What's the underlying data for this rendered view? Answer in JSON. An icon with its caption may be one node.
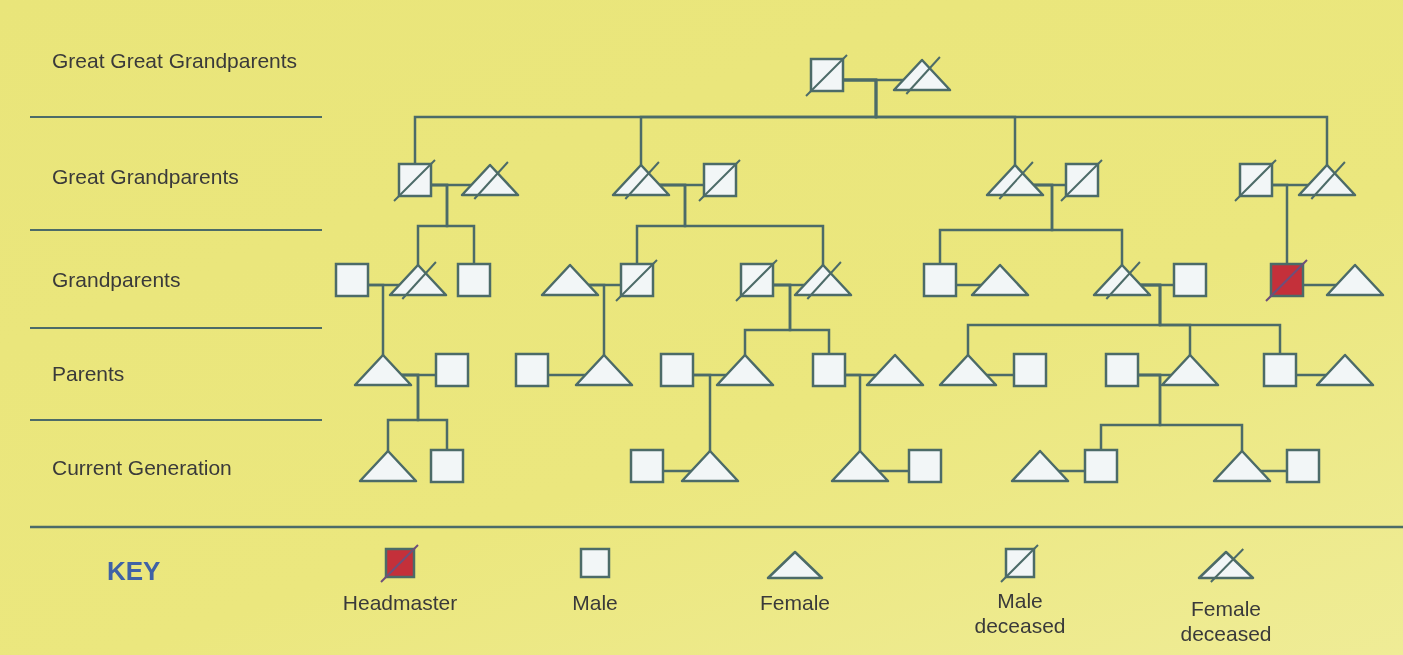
{
  "diagram": {
    "nodes": [
      {
        "text": [],
        "shape": "crossed-square"
      },
      {
        "text": [],
        "shape": "crossed-triangle"
      },
      {
        "text": [],
        "shape": "crossed-square"
      },
      {
        "text": [],
        "shape": "crossed-triangle"
      },
      {
        "text": [],
        "shape": "crossed-triangle"
      },
      {
        "text": [],
        "shape": "crossed-square"
      },
      {
        "text": [],
        "shape": "crossed-triangle"
      },
      {
        "text": [],
        "shape": "crossed-square"
      },
      {
        "text": [],
        "shape": "crossed-square"
      },
      {
        "text": [],
        "shape": "crossed-triangle"
      },
      {
        "text": [],
        "shape": "square"
      },
      {
        "text": [],
        "shape": "crossed-triangle"
      },
      {
        "text": [],
        "shape": "square"
      },
      {
        "text": [],
        "shape": "triangle"
      },
      {
        "text": [],
        "shape": "crossed-square"
      },
      {
        "text": [],
        "shape": "crossed-square"
      },
      {
        "text": [],
        "shape": "crossed-triangle"
      },
      {
        "text": [],
        "shape": "square"
      },
      {
        "text": [],
        "shape": "triangle"
      },
      {
        "text": [],
        "shape": "crossed-triangle"
      },
      {
        "text": [],
        "shape": "square"
      },
      {
        "text": [],
        "shape": "filled-square"
      },
      {
        "text": [],
        "shape": "triangle"
      },
      {
        "text": [],
        "shape": "triangle"
      },
      {
        "text": [],
        "shape": "square"
      },
      {
        "text": [],
        "shape": "square"
      },
      {
        "text": [],
        "shape": "triangle"
      },
      {
        "text": [],
        "shape": "square"
      },
      {
        "text": [],
        "shape": "triangle"
      },
      {
        "text": [],
        "shape": "square"
      },
      {
        "text": [],
        "shape": "triangle"
      },
      {
        "text": [],
        "shape": "triangle"
      },
      {
        "text": [],
        "shape": "square"
      },
      {
        "text": [],
        "shape": "square"
      },
      {
        "text": [],
        "shape": "triangle"
      },
      {
        "text": [],
        "shape": "square"
      },
      {
        "text": [],
        "shape": "triangle"
      },
      {
        "text": [],
        "shape": "triangle"
      },
      {
        "text": [],
        "shape": "square"
      },
      {
        "text": [],
        "shape": "square"
      },
      {
        "text": [],
        "shape": "triangle"
      },
      {
        "text": [],
        "shape": "triangle"
      },
      {
        "text": [],
        "shape": "square"
      },
      {
        "text": [],
        "shape": "triangle"
      },
      {
        "text": [],
        "shape": "square"
      },
      {
        "text": [],
        "shape": "triangle"
      },
      {
        "text": [],
        "shape": "square"
      }
    ],
    "edges": [
      {
        "from": 0,
        "to": 1,
        "arrow": "none"
      },
      {
        "from": 2,
        "to": 3,
        "arrow": "none"
      },
      {
        "from": 4,
        "to": 5,
        "arrow": "none"
      },
      {
        "from": 6,
        "to": 7,
        "arrow": "none"
      },
      {
        "from": 8,
        "to": 9,
        "arrow": "none"
      },
      {
        "from": 10,
        "to": 11,
        "arrow": "none"
      },
      {
        "from": 13,
        "to": 14,
        "arrow": "none"
      },
      {
        "from": 15,
        "to": 16,
        "arrow": "none"
      },
      {
        "from": 17,
        "to": 18,
        "arrow": "none"
      },
      {
        "from": 19,
        "to": 20,
        "arrow": "none"
      },
      {
        "from": 21,
        "to": 22,
        "arrow": "none"
      },
      {
        "from": 23,
        "to": 24,
        "arrow": "none"
      },
      {
        "from": 25,
        "to": 26,
        "arrow": "none"
      },
      {
        "from": 27,
        "to": 28,
        "arrow": "none"
      },
      {
        "from": 29,
        "to": 30,
        "arrow": "none"
      },
      {
        "from": 31,
        "to": 32,
        "arrow": "none"
      },
      {
        "from": 33,
        "to": 34,
        "arrow": "none"
      },
      {
        "from": 35,
        "to": 36,
        "arrow": "none"
      },
      {
        "from": 39,
        "to": 40,
        "arrow": "none"
      },
      {
        "from": 41,
        "to": 42,
        "arrow": "none"
      },
      {
        "from": 43,
        "to": 44,
        "arrow": "none"
      },
      {
        "from": 45,
        "to": 46,
        "arrow": "none"
      },
      {
        "from": 0,
        "to": 2,
        "arrow": "none"
      },
      {
        "from": 0,
        "to": 4,
        "arrow": "none"
      },
      {
        "from": 0,
        "to": 6,
        "arrow": "none"
      },
      {
        "from": 0,
        "to": 9,
        "arrow": "none"
      },
      {
        "from": 2,
        "to": 11,
        "arrow": "none"
      },
      {
        "from": 2,
        "to": 12,
        "arrow": "none"
      },
      {
        "from": 4,
        "to": 14,
        "arrow": "none"
      },
      {
        "from": 4,
        "to": 16,
        "arrow": "none"
      },
      {
        "from": 6,
        "to": 17,
        "arrow": "none"
      },
      {
        "from": 6,
        "to": 19,
        "arrow": "none"
      },
      {
        "from": 8,
        "to": 21,
        "arrow": "none"
      },
      {
        "from": 10,
        "to": 23,
        "arrow": "none"
      },
      {
        "from": 13,
        "to": 26,
        "arrow": "none"
      },
      {
        "from": 15,
        "to": 28,
        "arrow": "none"
      },
      {
        "from": 15,
        "to": 29,
        "arrow": "none"
      },
      {
        "from": 19,
        "to": 31,
        "arrow": "none"
      },
      {
        "from": 19,
        "to": 34,
        "arrow": "none"
      },
      {
        "from": 19,
        "to": 35,
        "arrow": "none"
      },
      {
        "from": 23,
        "to": 37,
        "arrow": "none"
      },
      {
        "from": 23,
        "to": 38,
        "arrow": "none"
      },
      {
        "from": 27,
        "to": 40,
        "arrow": "none"
      },
      {
        "from": 29,
        "to": 41,
        "arrow": "none"
      },
      {
        "from": 33,
        "to": 44,
        "arrow": "none"
      },
      {
        "from": 33,
        "to": 45,
        "arrow": "none"
      }
    ],
    "labels": [
      "Great Great Grandparents",
      "Great Grandparents",
      "Grandparents",
      "Parents",
      "Current Generation",
      "KEY"
    ],
    "legend": [
      {
        "text": "Headmaster"
      },
      {
        "text": "Male"
      },
      {
        "text": "Female"
      },
      {
        "text": "Male deceased"
      },
      {
        "text": "Female deceased"
      }
    ]
  }
}
